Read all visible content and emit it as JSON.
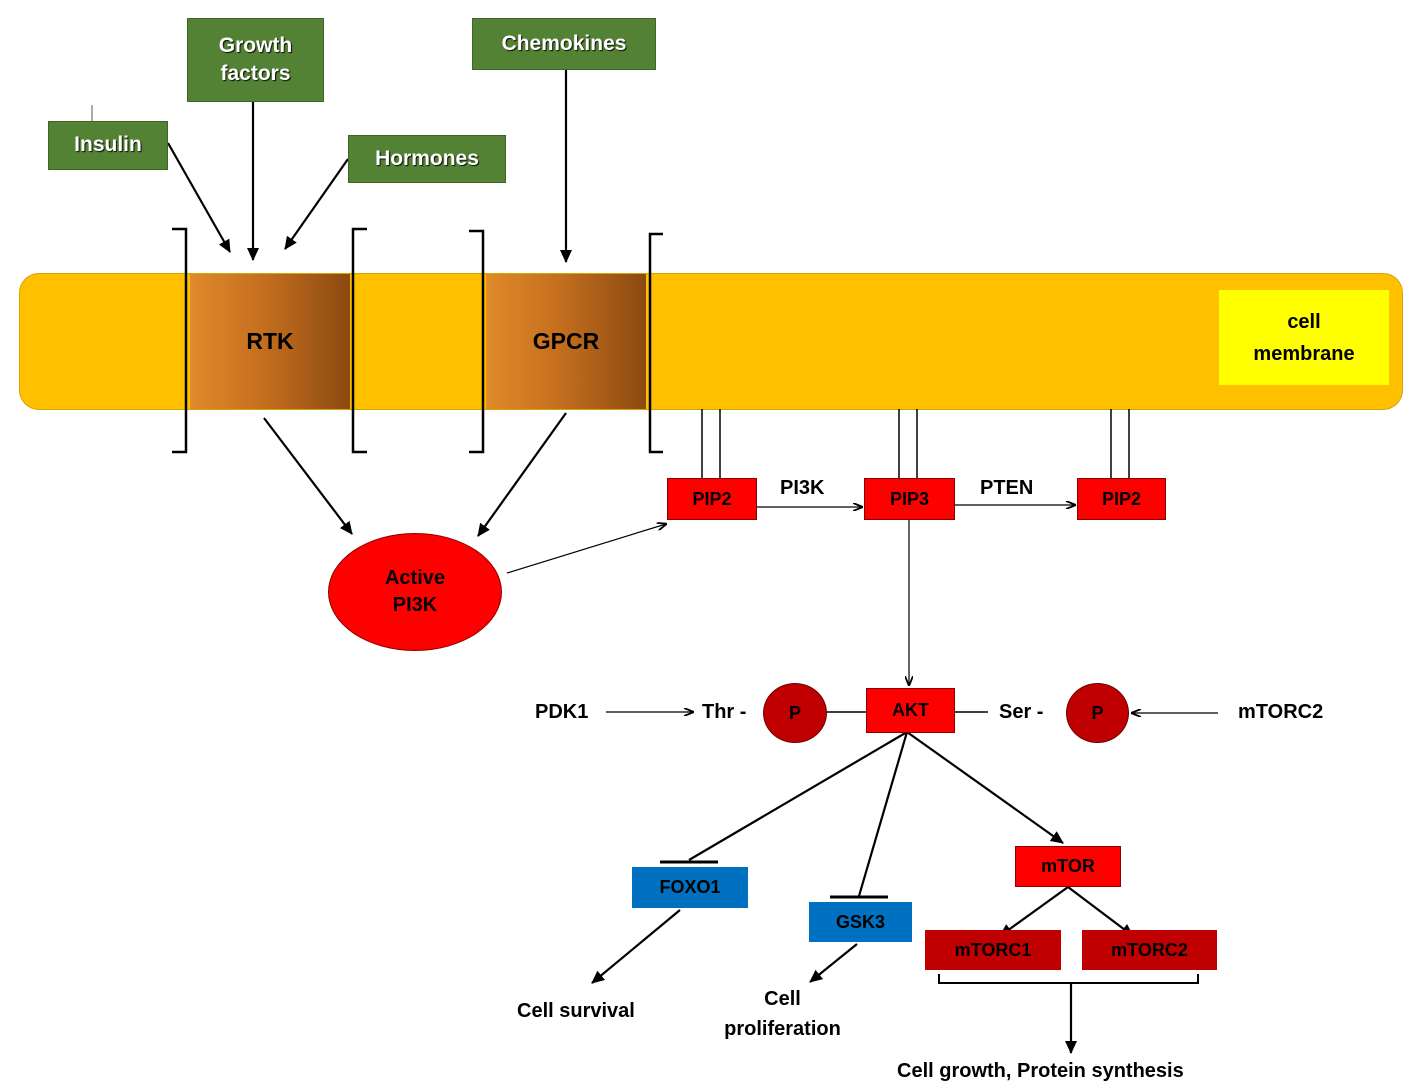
{
  "stimuli": {
    "insulin": "Insulin",
    "growth_factors": "Growth\nfactors",
    "chemokines": "Chemokines",
    "hormones": "Hormones"
  },
  "membrane": {
    "rtk": "RTK",
    "gpcr": "GPCR",
    "label": "cell\nmembrane"
  },
  "pi3k_node": "Active\nPI3K",
  "phospholipids": {
    "pip2_left": "PIP2",
    "pip3": "PIP3",
    "pip2_right": "PIP2",
    "pi3k_label": "PI3K",
    "pten_label": "PTEN"
  },
  "akt_row": {
    "pdk1": "PDK1",
    "thr": "Thr -",
    "p_left": "P",
    "akt": "AKT",
    "ser": "Ser -",
    "p_right": "P",
    "mtorc2": "mTORC2"
  },
  "targets": {
    "foxo1": "FOXO1",
    "gsk3": "GSK3",
    "mtor": "mTOR",
    "mtorc1": "mTORC1",
    "mtorc2": "mTORC2"
  },
  "outcomes": {
    "survival": "Cell survival",
    "proliferation": "Cell\nproliferation",
    "growth": "Cell growth, Protein synthesis"
  },
  "colors": {
    "stimulus": "#548235",
    "membrane": "#ffc000",
    "membrane_label_bg": "#ffff00",
    "node_red": "#ff0000",
    "node_dark_red": "#c00000",
    "node_blue": "#0070c0"
  }
}
